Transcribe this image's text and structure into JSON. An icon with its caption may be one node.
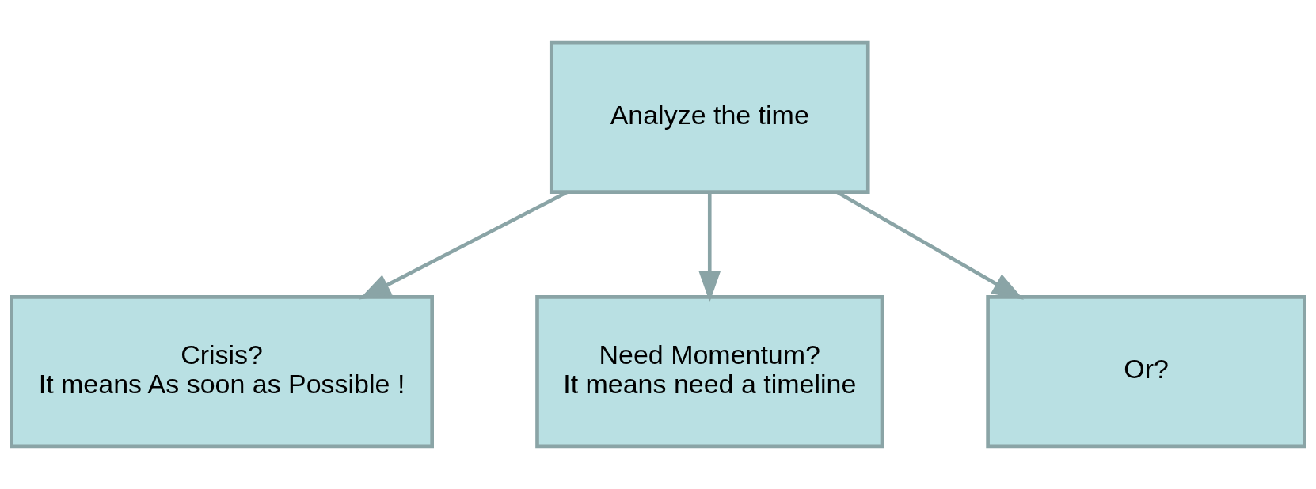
{
  "diagram": {
    "nodes": [
      {
        "text": [
          "Analyze the time"
        ]
      },
      {
        "text": [
          "Crisis?",
          "It means As soon as Possible !"
        ]
      },
      {
        "text": [
          "Need Momentum?",
          "It means need a timeline"
        ]
      },
      {
        "text": [
          "Or?"
        ]
      }
    ],
    "edges": [
      {
        "from": 0,
        "to": 1,
        "arrow": "to"
      },
      {
        "from": 0,
        "to": 2,
        "arrow": "to"
      },
      {
        "from": 0,
        "to": 3,
        "arrow": "to"
      }
    ]
  }
}
